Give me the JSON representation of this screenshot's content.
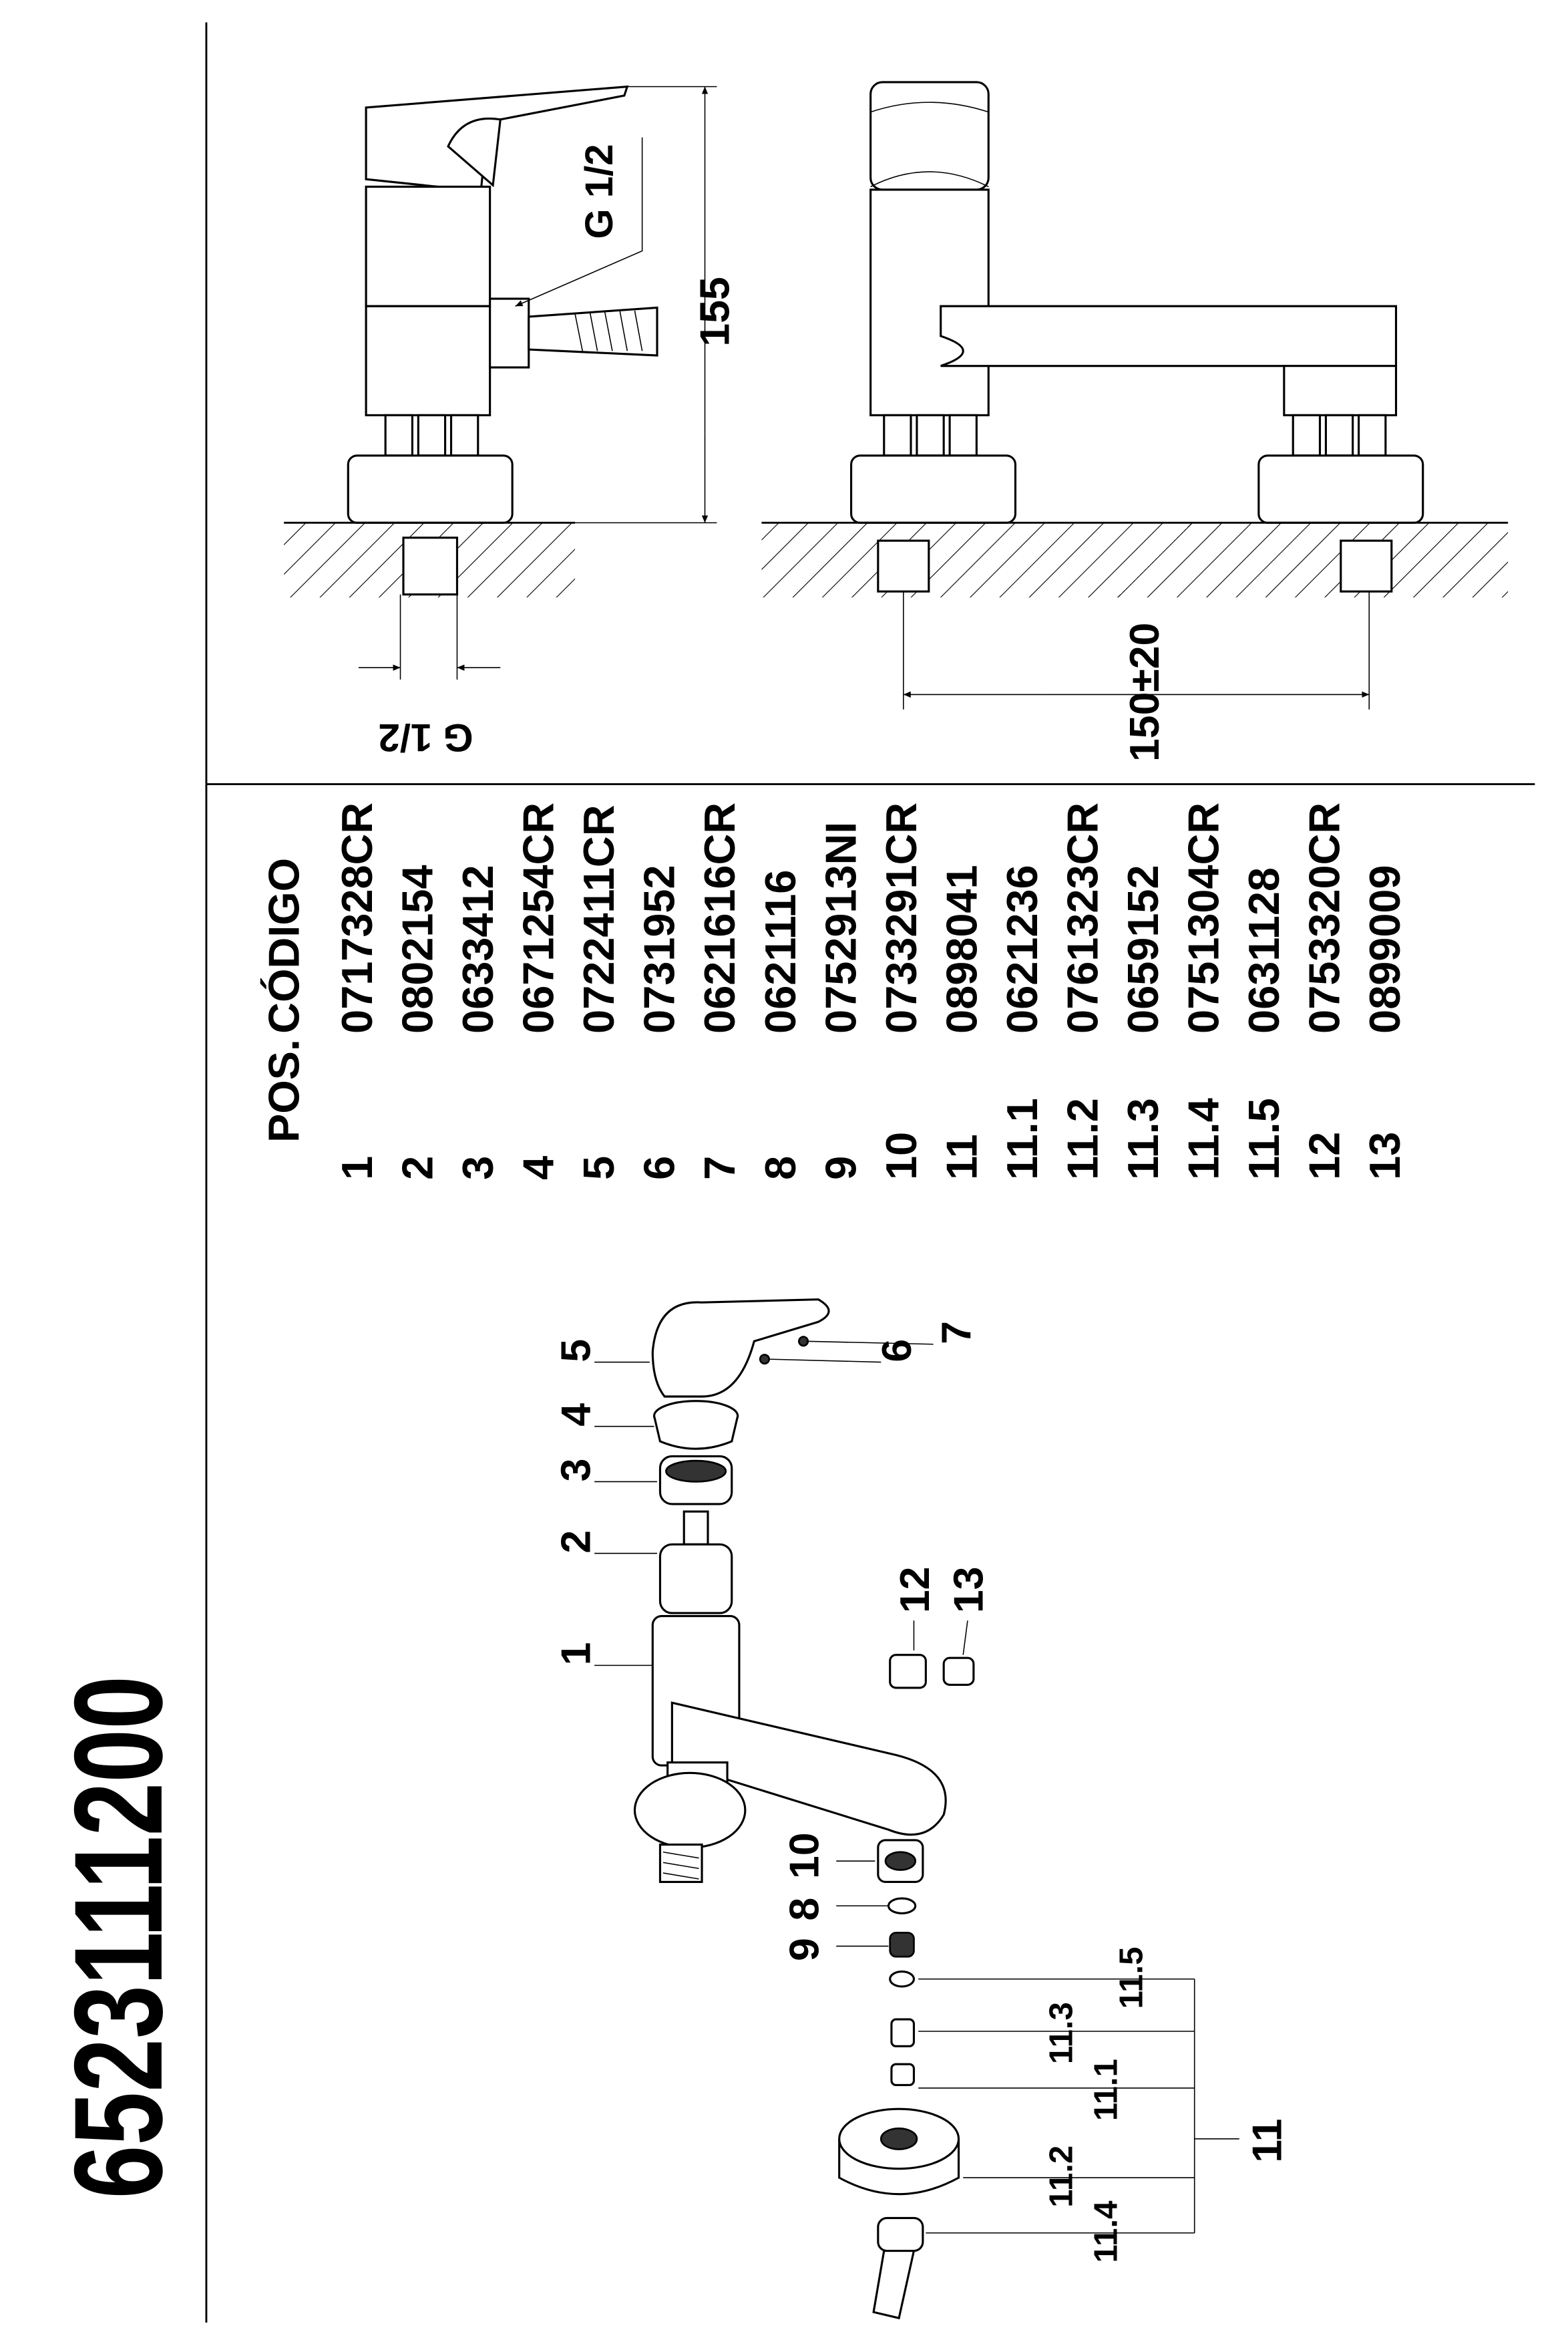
{
  "title": "6523111200",
  "table": {
    "header_pos": "POS.",
    "header_code": "CÓDIGO",
    "rows": [
      {
        "pos": "1",
        "code": "0717328CR"
      },
      {
        "pos": "2",
        "code": "0802154"
      },
      {
        "pos": "3",
        "code": "0633412"
      },
      {
        "pos": "4",
        "code": "0671254CR"
      },
      {
        "pos": "5",
        "code": "0722411CR"
      },
      {
        "pos": "6",
        "code": "0731952"
      },
      {
        "pos": "7",
        "code": "0621616CR"
      },
      {
        "pos": "8",
        "code": "0621116"
      },
      {
        "pos": "9",
        "code": "0752913NI"
      },
      {
        "pos": "10",
        "code": "0733291CR"
      },
      {
        "pos": "11",
        "code": "0898041"
      },
      {
        "pos": "11.1",
        "code": "0621236"
      },
      {
        "pos": "11.2",
        "code": "0761323CR"
      },
      {
        "pos": "11.3",
        "code": "0659152"
      },
      {
        "pos": "11.4",
        "code": "0751304CR"
      },
      {
        "pos": "11.5",
        "code": "0631128"
      },
      {
        "pos": "12",
        "code": "0753320CR"
      },
      {
        "pos": "13",
        "code": "0899009"
      }
    ]
  },
  "dimensions": {
    "side_thread_top": "G 1/2",
    "side_thread_bottom": "G 1/2",
    "height": "155",
    "spacing": "150±20"
  },
  "callouts": {
    "p1": "1",
    "p2": "2",
    "p3": "3",
    "p4": "4",
    "p5": "5",
    "p6": "6",
    "p7": "7",
    "p8": "8",
    "p9": "9",
    "p10": "10",
    "p11": "11",
    "p11_1": "11.1",
    "p11_2": "11.2",
    "p11_3": "11.3",
    "p11_4": "11.4",
    "p11_5": "11.5",
    "p12": "12",
    "p13": "13"
  }
}
